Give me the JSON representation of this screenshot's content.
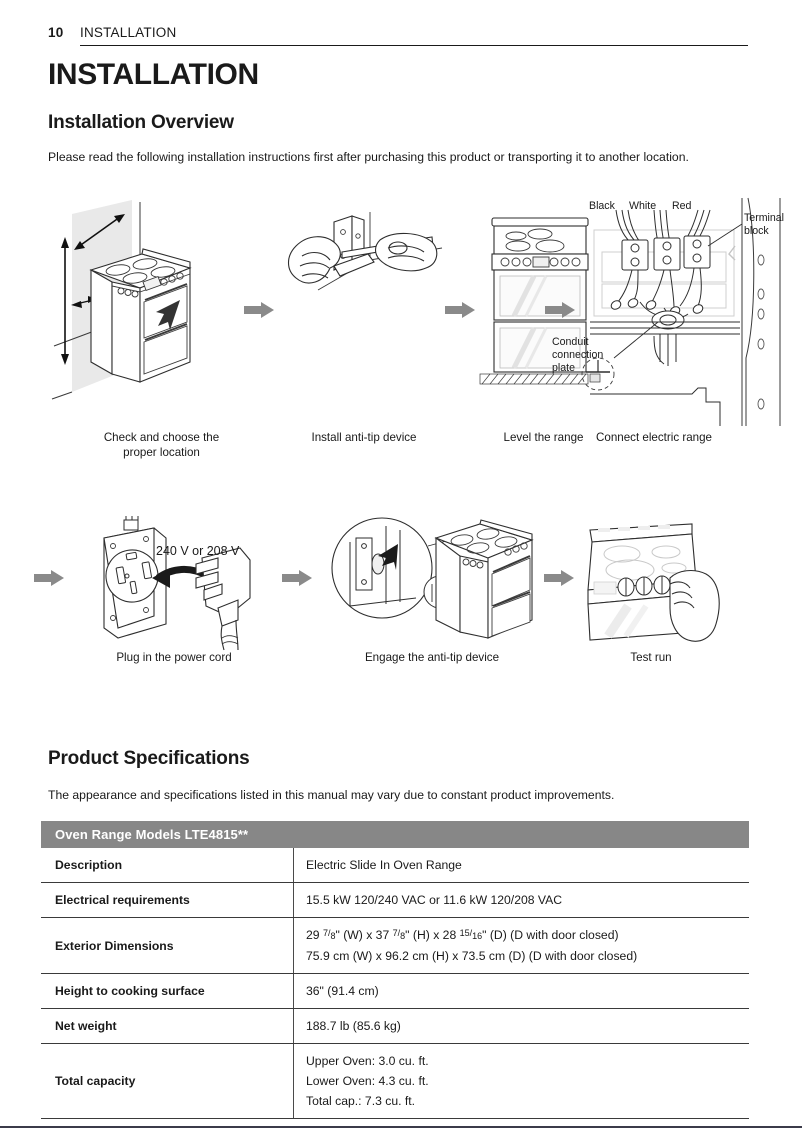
{
  "header": {
    "page_number": "10",
    "chapter": "INSTALLATION"
  },
  "titles": {
    "h1": "INSTALLATION",
    "overview": "Installation Overview",
    "specs": "Product Specifications"
  },
  "paragraphs": {
    "overview": "Please read the following installation instructions first after purchasing this product or transporting it to another location.",
    "specs": "The appearance and specifications listed in this manual may vary due to constant product improvements."
  },
  "steps_row1": [
    {
      "caption": "Check and choose the\nproper location"
    },
    {
      "caption": "Install anti-tip device"
    },
    {
      "caption": "Level the range"
    },
    {
      "caption": "Connect electric range"
    }
  ],
  "steps_row2": [
    {
      "caption": "Plug in the power cord"
    },
    {
      "caption": "Engage the anti-tip device"
    },
    {
      "caption": "Test run"
    }
  ],
  "diagram_labels": {
    "wire_black": "Black",
    "wire_white": "White",
    "wire_red": "Red",
    "terminal_block": "Terminal\nblock",
    "conduit_plate": "Conduit\nconnection\nplate",
    "voltage": "240 V or 208 V"
  },
  "spec_table": {
    "band_title": "Oven Range Models LTE4815**",
    "rows": [
      {
        "label": "Description",
        "values": [
          "Electric Slide In Oven Range"
        ]
      },
      {
        "label": "Electrical requirements",
        "values": [
          "15.5 kW 120/240 VAC or 11.6 kW 120/208 VAC"
        ]
      },
      {
        "label": "Exterior Dimensions",
        "values": [
          "29 7/8\" (W) x 37 7/8\" (H) x 28 15/16\" (D) (D with door closed)",
          "75.9 cm (W) x 96.2 cm (H) x 73.5 cm (D) (D with door closed)"
        ]
      },
      {
        "label": "Height to cooking surface",
        "values": [
          "36\" (91.4 cm)"
        ]
      },
      {
        "label": "Net weight",
        "values": [
          "188.7 lb (85.6 kg)"
        ]
      },
      {
        "label": "Total capacity",
        "values": [
          "Upper Oven: 3.0 cu. ft.",
          "Lower Oven: 4.3 cu. ft.",
          "Total cap.: 7.3 cu. ft."
        ]
      }
    ],
    "dim_inches": {
      "w_whole": "29",
      "w_num": "7",
      "w_den": "8",
      "h_whole": "37",
      "h_num": "7",
      "h_den": "8",
      "d_whole": "28",
      "d_num": "15",
      "d_den": "16",
      "suffix_w": "\" (W) x ",
      "suffix_h": "\" (H) x ",
      "suffix_d": "\" (D) (D with door closed)"
    }
  },
  "colors": {
    "band_gray": "#878787",
    "text": "#1a1a1a",
    "arrow_gray": "#8a8a8a",
    "wall_gray": "#e8e8e8"
  }
}
